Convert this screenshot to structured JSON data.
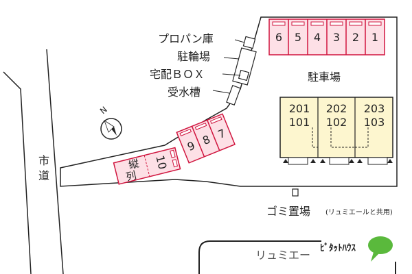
{
  "facilities": {
    "propane": "プロパン庫",
    "bicycle": "駐輪場",
    "delivery_box": "宅配ＢＯＸ",
    "water_tank": "受水槽",
    "parking_lot": "駐車場",
    "garbage": "ゴミ置場",
    "garbage_note": "(リュミエールと共用)"
  },
  "road": {
    "label_1": "市",
    "label_2": "道"
  },
  "compass": {
    "north": "N"
  },
  "parking": {
    "top_row": [
      "6",
      "5",
      "4",
      "3",
      "2",
      "1"
    ],
    "diagonal": [
      "9",
      "8",
      "7"
    ],
    "lower": "10",
    "tandem_1": "縦",
    "tandem_2": "列"
  },
  "building": {
    "upper": [
      "201",
      "202",
      "203"
    ],
    "lower": [
      "101",
      "102",
      "103"
    ]
  },
  "neighbor": {
    "name": "リュミエー",
    "brand": "ﾋﾟﾀｯﾄﾊｳｽ"
  },
  "colors": {
    "parking_fill": "#fde0e6",
    "parking_stroke": "#d0143e",
    "building_fill": "#fdf6cf",
    "lot_fill": "#ffffff",
    "lot_stroke": "#222222",
    "logo_green": "#5ab93c"
  }
}
